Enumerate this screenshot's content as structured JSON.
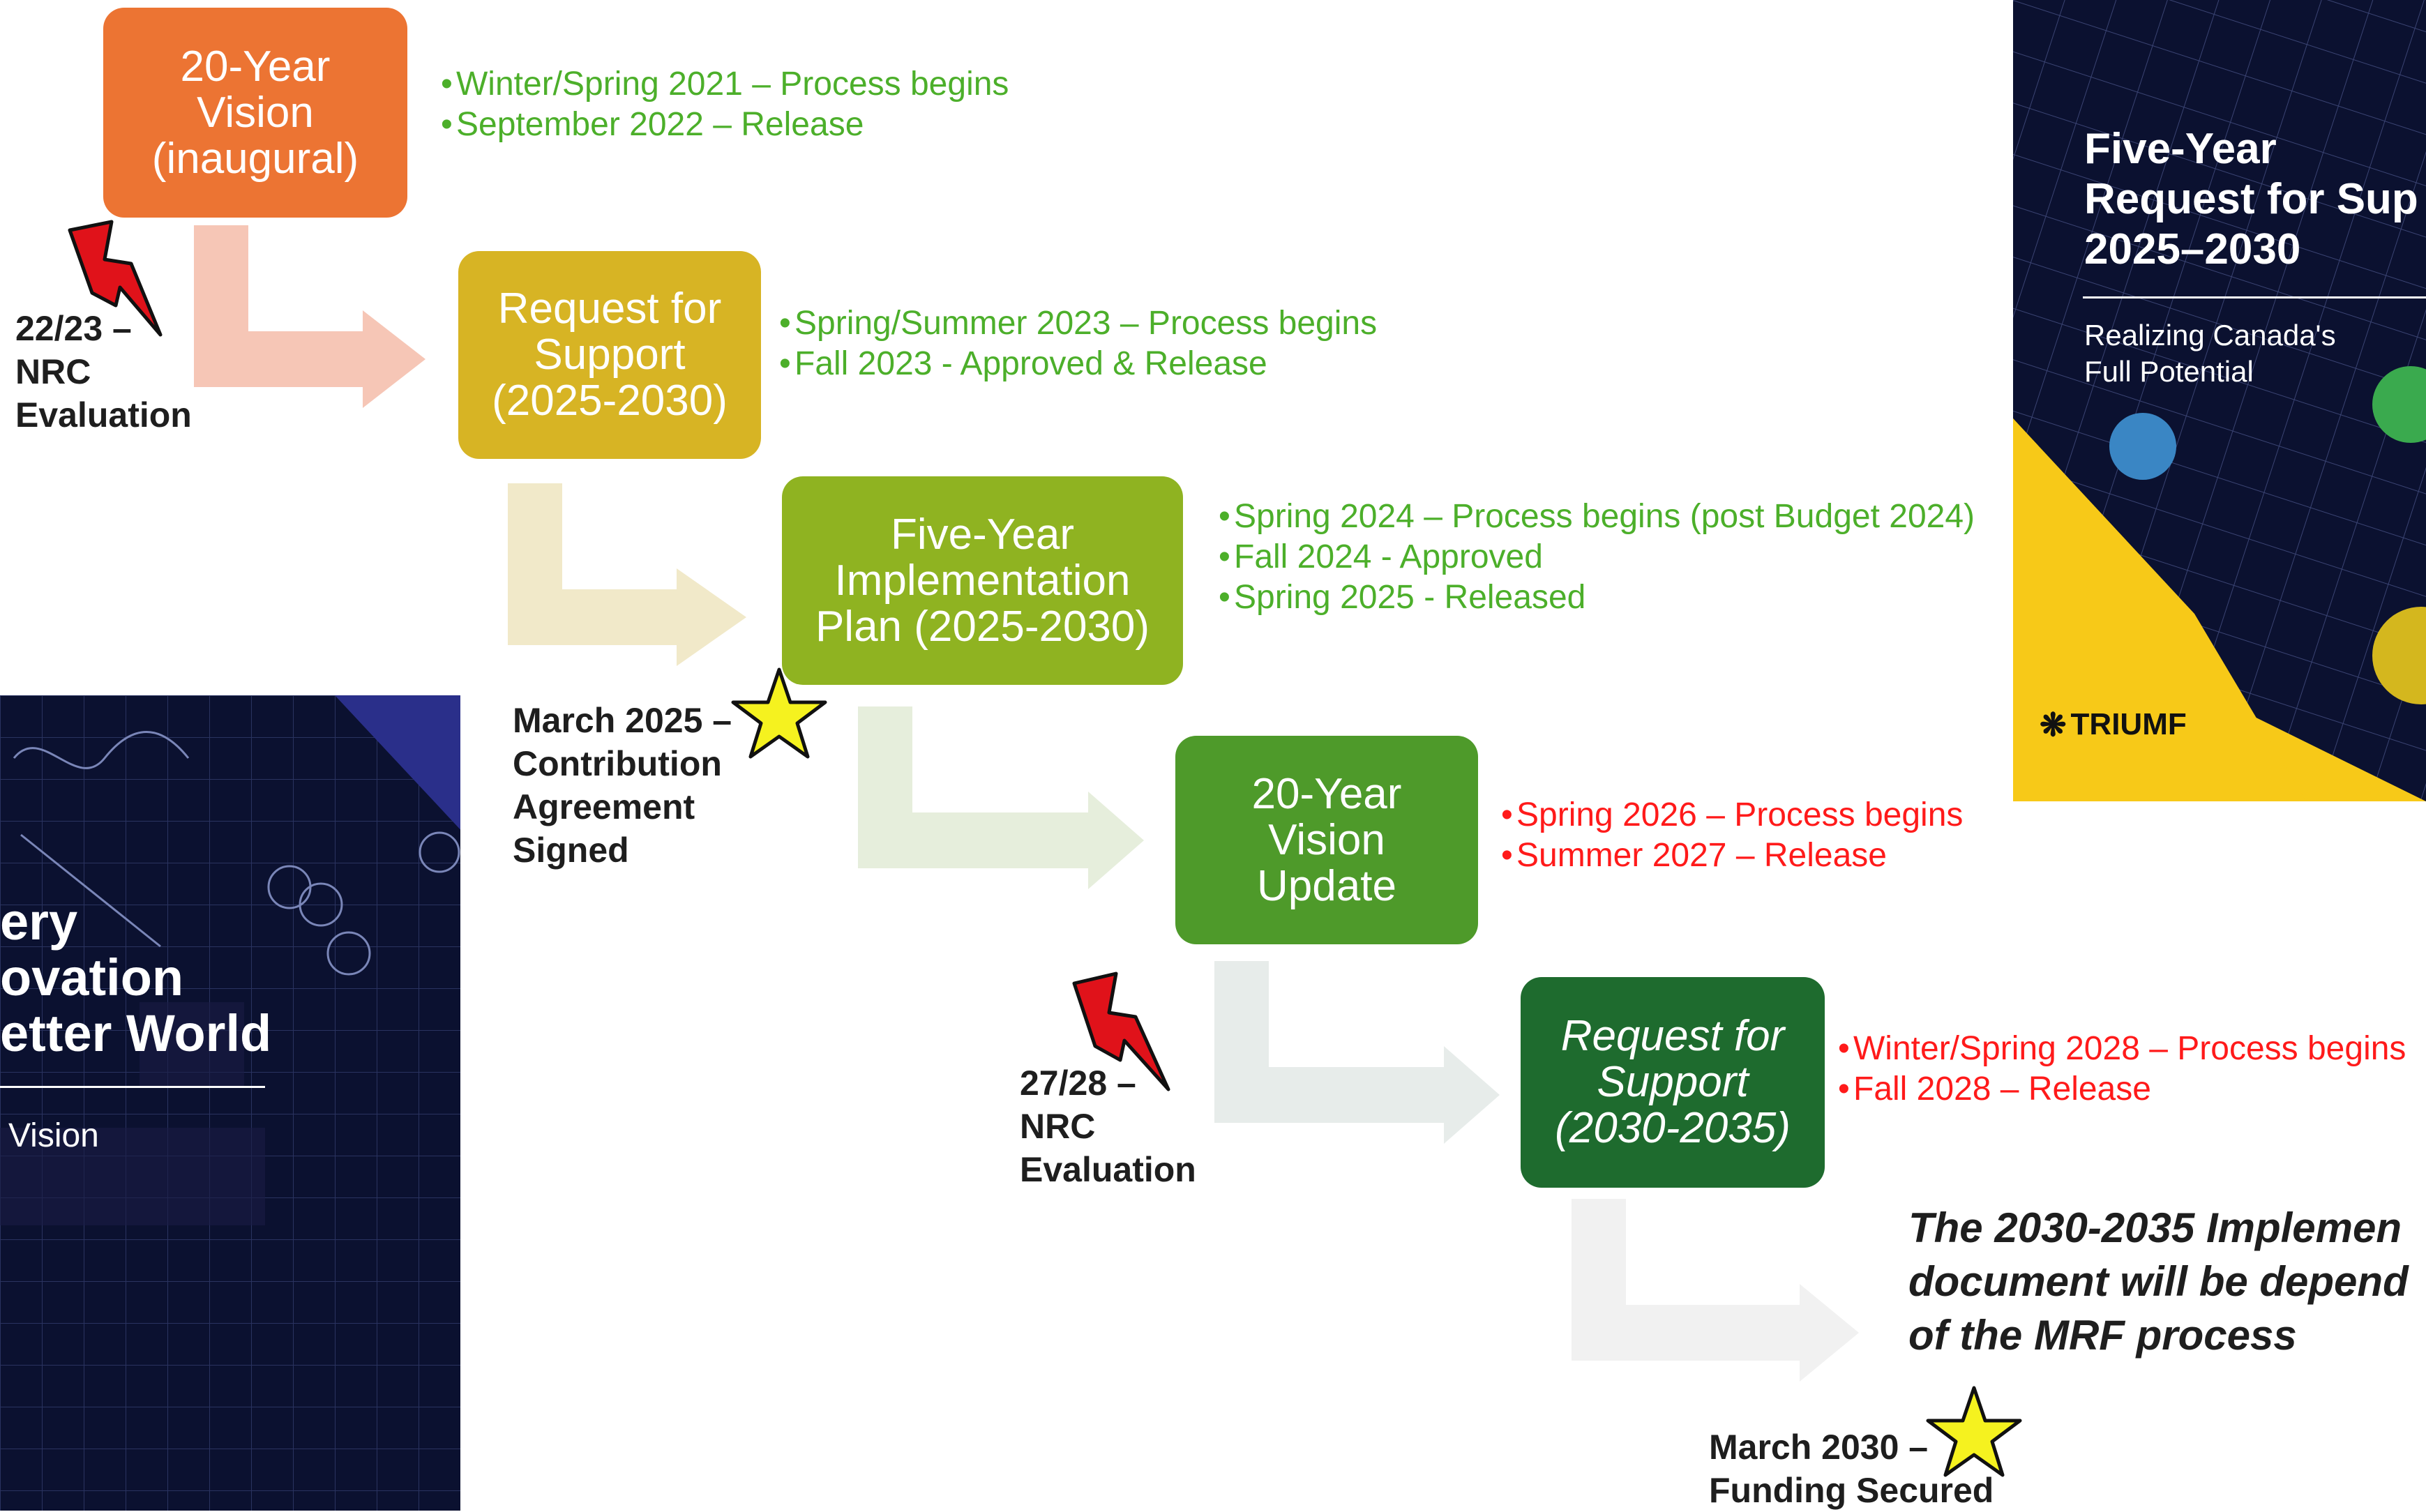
{
  "colors": {
    "orange": "#ec7433",
    "gold": "#d7b424",
    "lime": "#8fb321",
    "green": "#4e9a2a",
    "darkgreen": "#1e6b2e",
    "date_green": "#4caf2a",
    "date_red": "#ff1a1a",
    "cover_navy": "#0b1130",
    "cover_yellow": "#f7c918"
  },
  "stages": [
    {
      "label": "20-Year\nVision\n(inaugural)"
    },
    {
      "label": "Request for\nSupport\n(2025-2030)"
    },
    {
      "label": "Five-Year\nImplementation\nPlan (2025-2030)"
    },
    {
      "label": "20-Year\nVision\nUpdate"
    },
    {
      "label": "Request for\nSupport\n(2030-2035)"
    }
  ],
  "milestones": [
    {
      "items": [
        "Winter/Spring 2021 – Process begins",
        "September 2022 – Release"
      ]
    },
    {
      "items": [
        "Spring/Summer 2023 – Process begins",
        "Fall 2023 - Approved & Release"
      ]
    },
    {
      "items": [
        "Spring 2024 – Process begins (post Budget 2024)",
        "Fall 2024 - Approved",
        "Spring 2025 - Released"
      ]
    },
    {
      "items": [
        "Spring 2026 – Process begins",
        "Summer 2027 – Release"
      ]
    },
    {
      "items": [
        "Winter/Spring 2028 – Process begins",
        "Fall 2028 – Release"
      ]
    }
  ],
  "events": {
    "nrc1": "22/23 –\nNRC\nEvaluation",
    "contribution": "March 2025 –\nContribution\nAgreement\nSigned",
    "nrc2": "27/28 –\nNRC\nEvaluation",
    "funding": "March 2030 –\nFunding Secured"
  },
  "note": "The 2030-2035 Implemen\ndocument will be depend\nof the MRF process",
  "cover_right": {
    "title": "Five-Year\nRequest for Sup\n2025–2030",
    "subtitle": "Realizing Canada's\nFull Potential",
    "brand": "TRIUMF"
  },
  "cover_left": {
    "title": "ery\novation\netter World",
    "subtitle": "Vision"
  }
}
